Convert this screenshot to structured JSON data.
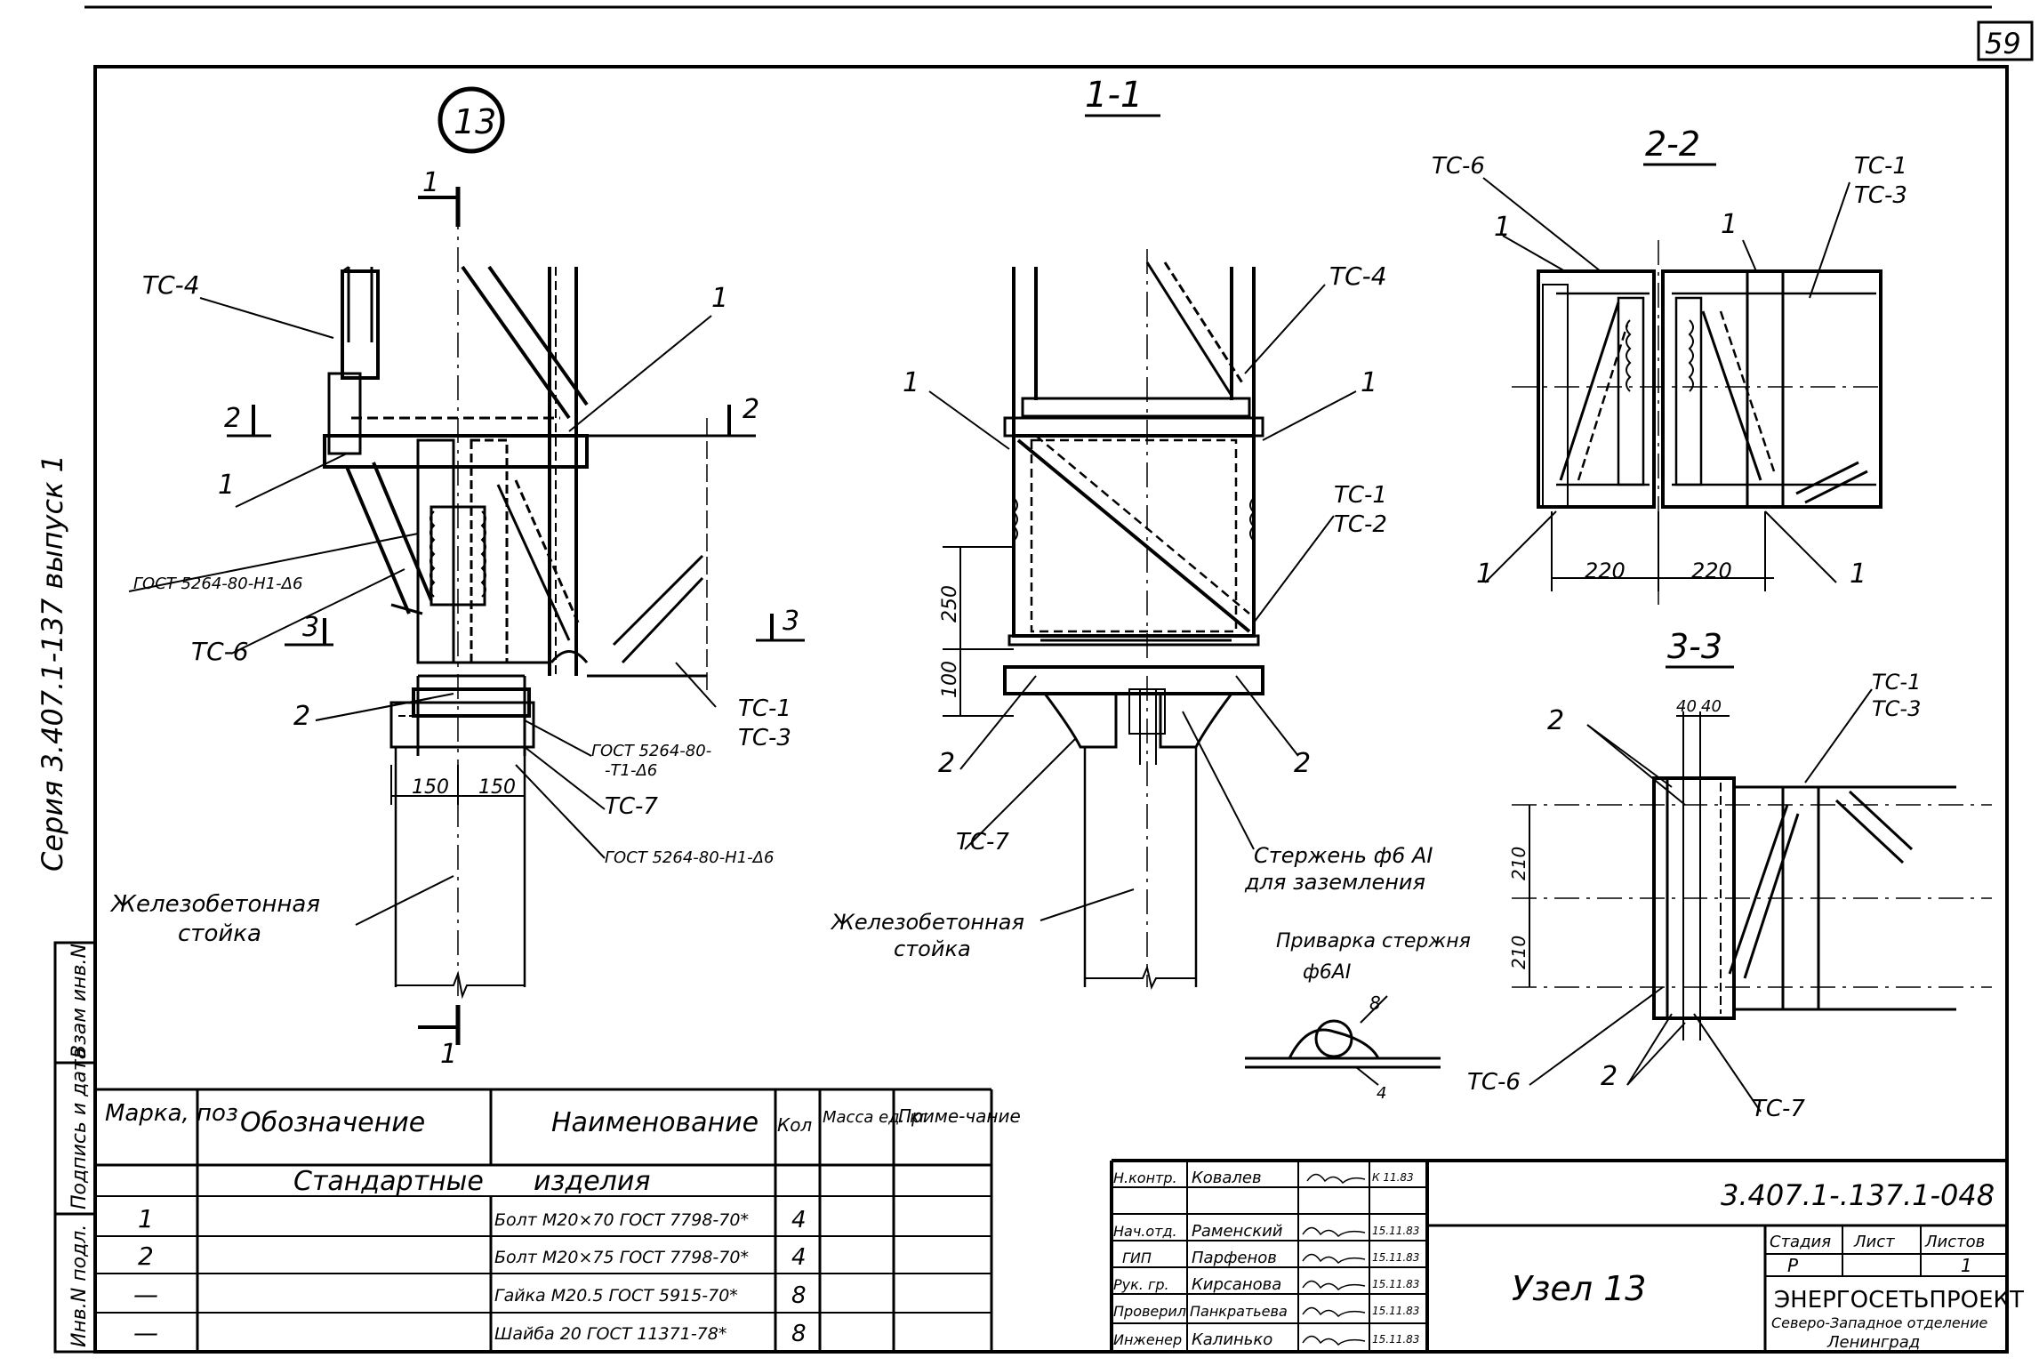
{
  "page_number": "59",
  "node_number": "13",
  "series_vertical": "Серия 3.407.1-137 выпуск 1",
  "left_strip": [
    "Инв.N подл.",
    "Подпись и дата",
    "Взам инв.N"
  ],
  "views": {
    "left": {
      "cut_1": "1",
      "cut_2": "2",
      "cut_3": "3",
      "labels": [
        "ТС-4",
        "1",
        "1",
        "ГОСТ 5264-80-Н1-Δ6",
        "ТС-6",
        "2",
        "ТС-1",
        "ТС-3",
        "ГОСТ 5264-80-",
        "-Т1-Δ6",
        "ТС-7",
        "ГОСТ 5264-80-Н1-Δ6"
      ],
      "dims": [
        "150",
        "150"
      ],
      "concrete": [
        "Железобетонная",
        "стойка"
      ]
    },
    "section_1_1": {
      "title": "1-1",
      "labels": [
        "ТС-4",
        "1",
        "1",
        "ТС-1",
        "ТС-2",
        "2",
        "2",
        "ТС-7"
      ],
      "dims": [
        "250",
        "100"
      ],
      "rod": [
        "Стержень ф6 АI",
        "для заземления"
      ],
      "concrete": [
        "Железобетонная",
        "стойка"
      ],
      "weld_title": [
        "Приварка стержня",
        "ф6АI"
      ],
      "weld_dims": [
        "8",
        "4"
      ]
    },
    "section_2_2": {
      "title": "2-2",
      "labels": [
        "ТС-6",
        "1",
        "ТС-1",
        "ТС-3",
        "1",
        "1"
      ],
      "dims": [
        "220",
        "220"
      ]
    },
    "section_3_3": {
      "title": "3-3",
      "labels": [
        "2",
        "ТС-1",
        "ТС-3",
        "ТС-6",
        "2",
        "ТС-7"
      ],
      "dims": [
        "40",
        "40",
        "210",
        "210"
      ]
    }
  },
  "spec_table": {
    "headers": [
      "Марка, поз",
      "Обозначение",
      "Наименование",
      "Кол",
      "Масса ед. кг",
      "Приме-чание"
    ],
    "group": [
      "Стандартные",
      "изделия"
    ],
    "rows": [
      {
        "mark": "1",
        "name": "Болт М20×70 ГОСТ 7798-70*",
        "qty": "4"
      },
      {
        "mark": "2",
        "name": "Болт М20×75 ГОСТ 7798-70*",
        "qty": "4"
      },
      {
        "mark": "—",
        "name": "Гайка М20.5 ГОСТ 5915-70*",
        "qty": "8"
      },
      {
        "mark": "—",
        "name": "Шайба 20 ГОСТ 11371-78*",
        "qty": "8"
      }
    ]
  },
  "title_block": {
    "doc_code": "3.407.1-.137.1-048",
    "title": "Узел 13",
    "people": [
      {
        "role": "Н.контр.",
        "name": "Ковалев",
        "date": "К 11.83"
      },
      {
        "role": "Нач.отд.",
        "name": "Раменский",
        "date": "15.11.83"
      },
      {
        "role": "ГИП",
        "name": "Парфенов",
        "date": "15.11.83"
      },
      {
        "role": "Рук. гр.",
        "name": "Кирсанова",
        "date": "15.11.83"
      },
      {
        "role": "Проверил",
        "name": "Панкратьева",
        "date": "15.11.83"
      },
      {
        "role": "Инженер",
        "name": "Калинько",
        "date": "15.11.83"
      }
    ],
    "stage_headers": [
      "Стадия",
      "Лист",
      "Листов"
    ],
    "stage_values": [
      "Р",
      "",
      "1"
    ],
    "org": [
      "ЭНЕРГОСЕТЬПРОЕКТ",
      "Северо-Западное отделение",
      "Ленинград"
    ]
  }
}
